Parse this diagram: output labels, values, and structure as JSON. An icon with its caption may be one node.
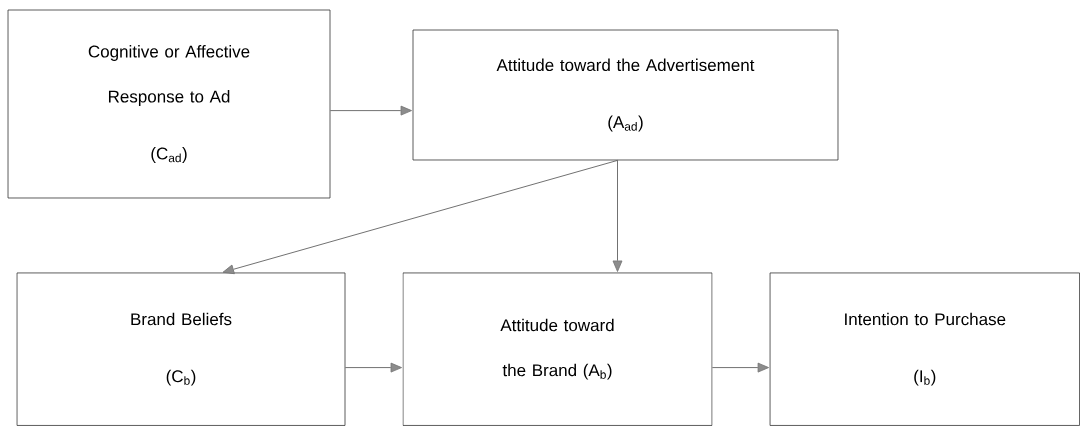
{
  "diagram": {
    "nodes": [
      {
        "text": [
          "Cognitive or Affective Response to Ad",
          "(C$_{ad}$)"
        ]
      },
      {
        "text": [
          "Attitude toward the Advertisement",
          "(A$_{ad}$)"
        ]
      },
      {
        "text": [
          "Brand Beliefs",
          "(C$_{b}$)"
        ]
      },
      {
        "text": [
          "Attitude toward the Brand (A$_{b}$)"
        ]
      },
      {
        "text": [
          "Intention to Purchase",
          "(I$_{b}$)"
        ]
      }
    ],
    "edges": [
      {
        "from": 0,
        "to": 1,
        "arrow": "to"
      },
      {
        "from": 1,
        "to": 2,
        "arrow": "to"
      },
      {
        "from": 1,
        "to": 3,
        "arrow": "to"
      },
      {
        "from": 2,
        "to": 3,
        "arrow": "to"
      },
      {
        "from": 3,
        "to": 4,
        "arrow": "to"
      }
    ]
  }
}
